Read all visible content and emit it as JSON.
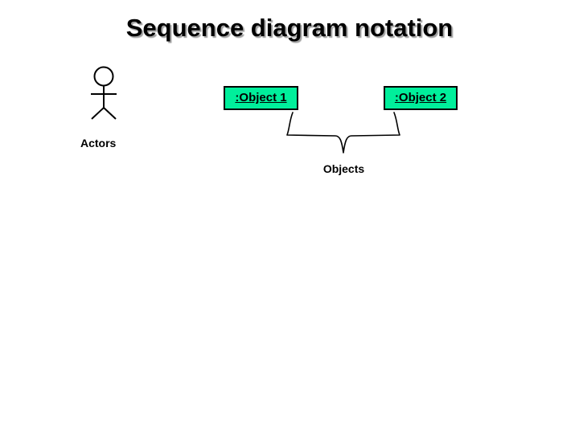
{
  "slide": {
    "title": "Sequence diagram notation",
    "background_color": "#ffffff",
    "title_color": "#000000",
    "title_shadow_color": "#808080"
  },
  "actor": {
    "icon_name": "stick-figure-actor-icon",
    "label": "Actors",
    "label_color": "#000000",
    "stroke_color": "#000000"
  },
  "objects": {
    "label": "Objects",
    "label_color": "#000000",
    "brace_icon_name": "curly-brace-down-icon",
    "brace_color": "#000000",
    "box_fill_color": "#00EF9B",
    "box_border_color": "#000000",
    "items": [
      {
        "label": ":Object 1"
      },
      {
        "label": ":Object 2"
      }
    ]
  }
}
